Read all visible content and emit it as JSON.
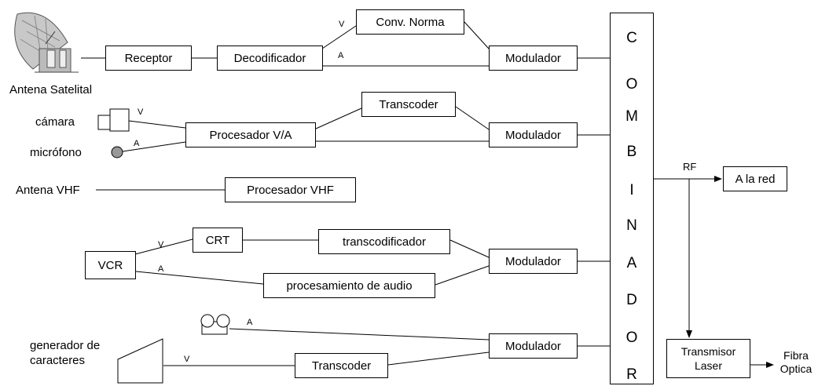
{
  "sources": {
    "antena_satelital": "Antena Satelital",
    "camara": "cámara",
    "microfono": "micrófono",
    "antena_vhf": "Antena VHF",
    "generador": "generador de caracteres"
  },
  "blocks": {
    "receptor": "Receptor",
    "decodificador": "Decodificador",
    "conv_norma": "Conv. Norma",
    "modulador": "Modulador",
    "transcoder": "Transcoder",
    "procesador_va": "Procesador V/A",
    "procesador_vhf": "Procesador VHF",
    "vcr": "VCR",
    "crt": "CRT",
    "transcodificador": "transcodificador",
    "proc_audio": "procesamiento de audio",
    "a_la_red": "A la red",
    "transmisor_laser": "Transmisor Laser",
    "fibra_optica": "Fibra Optica"
  },
  "signals": {
    "v": "V",
    "a": "A",
    "rf": "RF"
  },
  "combinador": [
    "C",
    "O",
    "M",
    "B",
    "I",
    "N",
    "A",
    "D",
    "O",
    "R"
  ]
}
